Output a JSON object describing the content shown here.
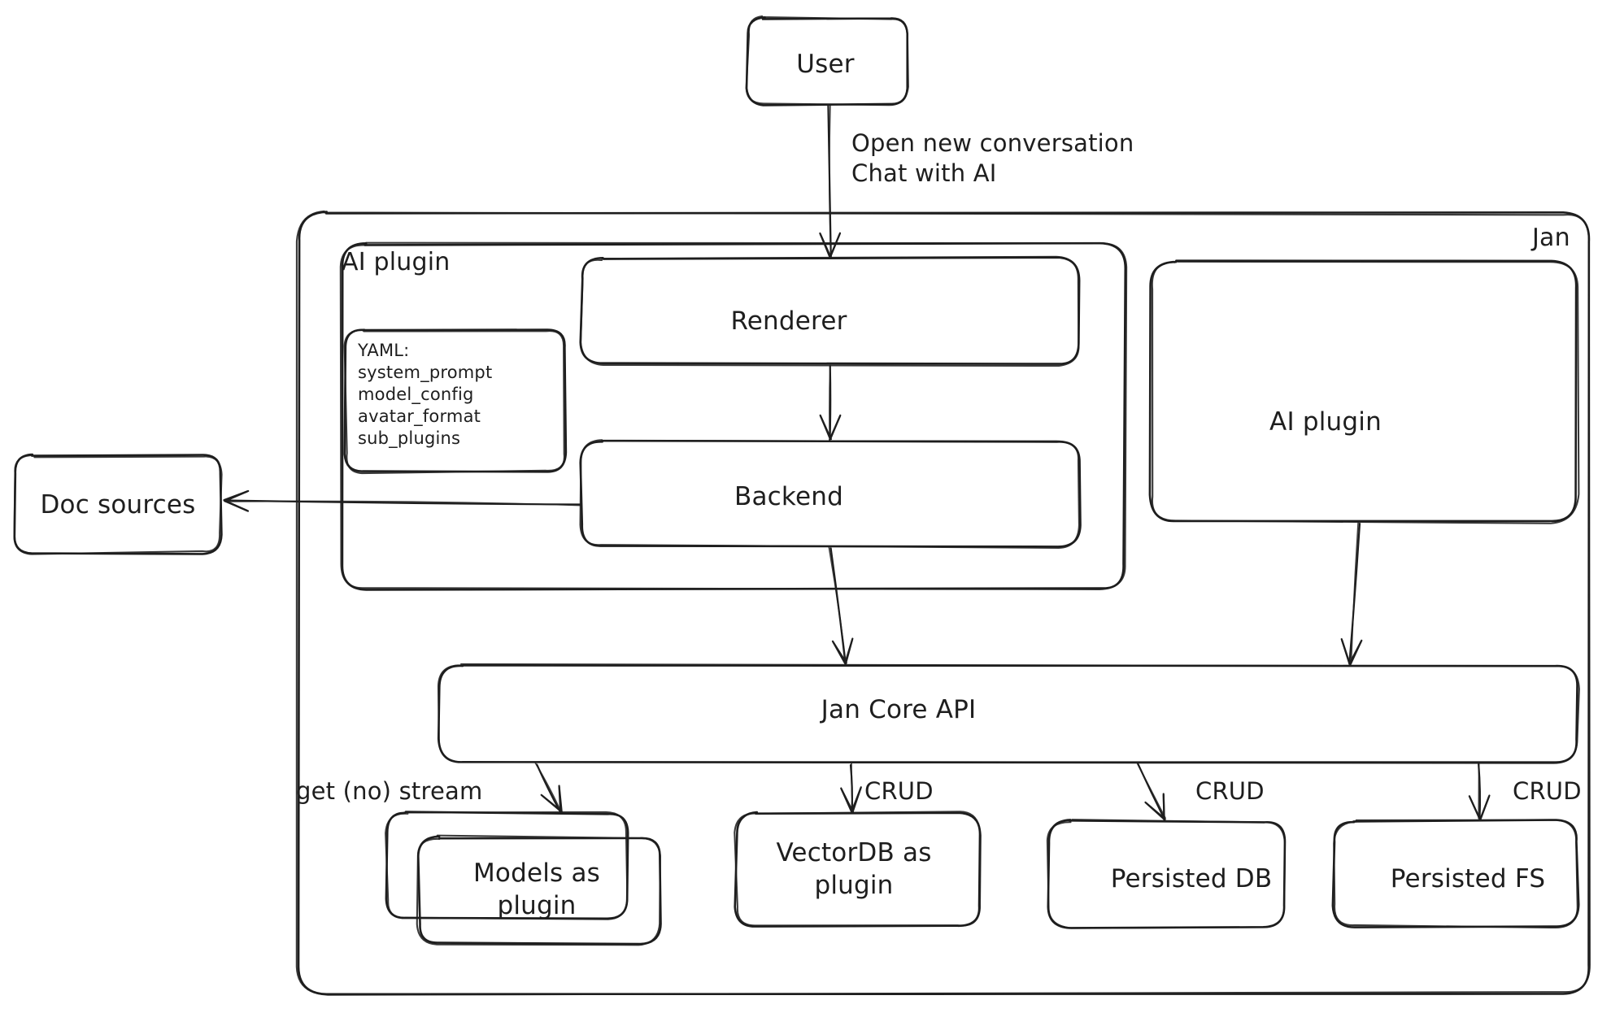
{
  "diagram": {
    "title": "Jan architecture diagram",
    "style": "hand-drawn sketch",
    "stroke_color": "#1e1e1e",
    "background_color": "#ffffff"
  },
  "groups": {
    "jan": {
      "label": "Jan"
    },
    "ai_plugin_group": {
      "label": "AI plugin"
    }
  },
  "nodes": {
    "user": {
      "label": "User"
    },
    "renderer": {
      "label": "Renderer"
    },
    "backend": {
      "label": "Backend"
    },
    "ai_plugin": {
      "label": "AI plugin"
    },
    "doc_sources": {
      "label": "Doc sources"
    },
    "jan_core_api": {
      "label": "Jan Core API"
    },
    "models_as_plugin": {
      "label": "Models as\nplugin"
    },
    "vectordb_as_plugin": {
      "label": "VectorDB as\nplugin"
    },
    "persisted_db": {
      "label": "Persisted DB"
    },
    "persisted_fs": {
      "label": "Persisted FS"
    }
  },
  "yaml_note": {
    "heading": "YAML:",
    "keys": [
      "system_prompt",
      "model_config",
      "avatar_format",
      "sub_plugins"
    ]
  },
  "edges": [
    {
      "id": "user-renderer",
      "from": "user",
      "to": "renderer",
      "label": "Open new conversation\nChat with AI"
    },
    {
      "id": "renderer-backend",
      "from": "renderer",
      "to": "backend",
      "label": ""
    },
    {
      "id": "backend-docsources",
      "from": "backend",
      "to": "doc_sources",
      "label": ""
    },
    {
      "id": "backend-core",
      "from": "backend",
      "to": "jan_core_api",
      "label": ""
    },
    {
      "id": "aiplugin-core",
      "from": "ai_plugin",
      "to": "jan_core_api",
      "label": ""
    },
    {
      "id": "core-models",
      "from": "jan_core_api",
      "to": "models_as_plugin",
      "label": "get (no) stream"
    },
    {
      "id": "core-vectordb",
      "from": "jan_core_api",
      "to": "vectordb_as_plugin",
      "label": "CRUD"
    },
    {
      "id": "core-persisteddb",
      "from": "jan_core_api",
      "to": "persisted_db",
      "label": "CRUD"
    },
    {
      "id": "core-persistedfs",
      "from": "jan_core_api",
      "to": "persisted_fs",
      "label": "CRUD"
    }
  ]
}
